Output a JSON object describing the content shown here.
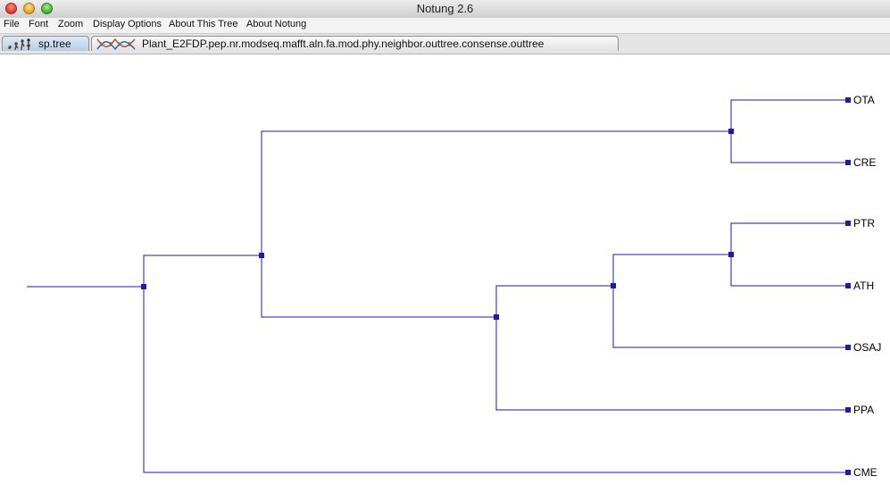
{
  "window": {
    "title": "Notung 2.6"
  },
  "menu": [
    {
      "label": "File"
    },
    {
      "label": "Font"
    },
    {
      "label": "Zoom"
    },
    {
      "label": "Display Options"
    },
    {
      "label": "About This Tree"
    },
    {
      "label": "About Notung"
    }
  ],
  "tabs": [
    {
      "label": "sp.tree",
      "icon": "evolution-icon",
      "active": true
    },
    {
      "label": "Plant_E2FDP.pep.nr.modseq.mafft.aln.fa.mod.phy.neighbor.outtree.consense.outtree",
      "icon": "dna-icon",
      "active": false
    }
  ],
  "tree": {
    "leaves": [
      {
        "label": "OTA"
      },
      {
        "label": "CRE"
      },
      {
        "label": "PTR"
      },
      {
        "label": "ATH"
      },
      {
        "label": "OSAJ"
      },
      {
        "label": "PPA"
      },
      {
        "label": "CME"
      }
    ],
    "colors": {
      "branch": "#1a1ab4",
      "node": "#1a1ab4",
      "label": "#000000"
    }
  }
}
